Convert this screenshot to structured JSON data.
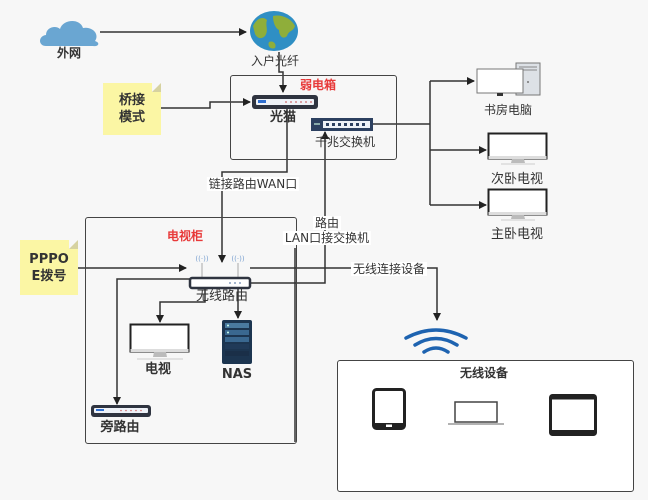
{
  "nodes": {
    "internet": {
      "label": "外网",
      "icon": "cloud-icon"
    },
    "fiber": {
      "label": "入户光纤",
      "icon": "globe-icon"
    },
    "weak_box": {
      "label": "弱电箱"
    },
    "modem": {
      "label": "光猫",
      "icon": "modem-icon"
    },
    "switch": {
      "label": "千兆交换机",
      "icon": "switch-icon"
    },
    "bridge_note": {
      "line1": "桥接",
      "line2": "模式"
    },
    "study_pc": {
      "label": "书房电脑",
      "icon": "desktop-pc-icon"
    },
    "second_bedroom_tv": {
      "label": "次卧电视",
      "icon": "monitor-icon"
    },
    "master_bedroom_tv": {
      "label": "主卧电视",
      "icon": "monitor-icon"
    },
    "tv_cabinet": {
      "label": "电视柜"
    },
    "pppoe_note": {
      "line1": "PPPO",
      "line2": "E拨号"
    },
    "wireless_router": {
      "label": "无线路由",
      "icon": "wireless-router-icon"
    },
    "tv": {
      "label": "电视",
      "icon": "monitor-icon"
    },
    "nas": {
      "label": "NAS",
      "icon": "nas-server-icon"
    },
    "side_router": {
      "label": "旁路由",
      "icon": "router-icon"
    },
    "wifi": {
      "icon": "wifi-signal-icon"
    },
    "wireless_devices": {
      "label": "无线设备",
      "devices": [
        "phone-icon",
        "laptop-icon",
        "tablet-icon"
      ]
    }
  },
  "edges": {
    "modem_to_router": "链接路由WAN口",
    "router_to_switch_line1": "路由",
    "router_to_switch_line2": "LAN口接交换机",
    "router_to_wireless": "无线连接设备"
  },
  "colors": {
    "accent_red": "#e83a3a",
    "note_yellow": "#fbf6a4",
    "cloud_blue": "#6aa6d2",
    "wifi_blue": "#1e63b0",
    "device_dark": "#2f3440"
  }
}
